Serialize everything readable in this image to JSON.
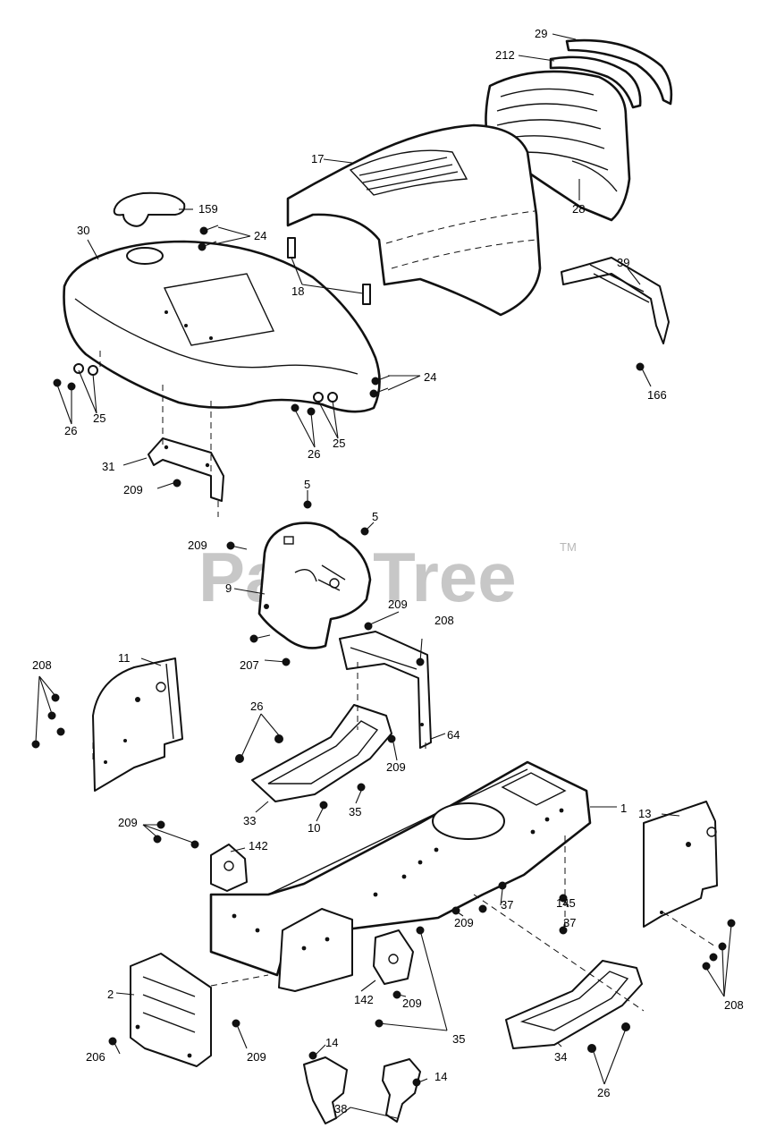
{
  "watermark": {
    "text": "PartsTree",
    "trademark": "TM",
    "color": "#9a9a9a"
  },
  "callouts": {
    "c29": "29",
    "c212": "212",
    "c17": "17",
    "c28": "28",
    "c159": "159",
    "c30": "30",
    "c24a": "24",
    "c18": "18",
    "c39": "39",
    "c24b": "24",
    "c25a": "25",
    "c26a": "26",
    "c25b": "25",
    "c26b": "26",
    "c166": "166",
    "c31": "31",
    "c209a": "209",
    "c5a": "5",
    "c5b": "5",
    "c209b": "209",
    "c9": "9",
    "c209c": "209",
    "c208a": "208",
    "c208b": "208",
    "c11": "11",
    "c207": "207",
    "c64": "64",
    "c26c": "26",
    "c209d": "209",
    "c33": "33",
    "c10": "10",
    "c35a": "35",
    "c1": "1",
    "c13": "13",
    "c209e": "209",
    "c142a": "142",
    "c145": "145",
    "c37a": "37",
    "c37b": "37",
    "c209f": "209",
    "c2": "2",
    "c142b": "142",
    "c209g": "209",
    "c206": "206",
    "c209h": "209",
    "c35b": "35",
    "c208c": "208",
    "c14a": "14",
    "c14b": "14",
    "c34": "34",
    "c26d": "26",
    "c38": "38"
  }
}
